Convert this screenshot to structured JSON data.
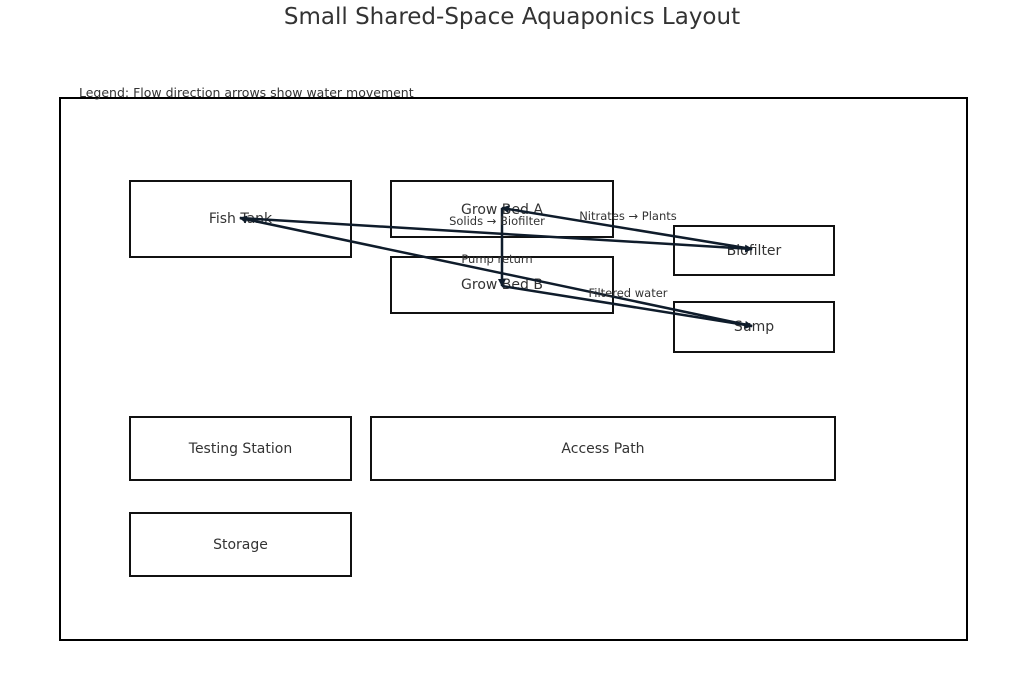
{
  "title": "Small Shared-Space Aquaponics Layout",
  "legend": "Legend: Flow direction arrows show water movement",
  "zones": {
    "fish_tank": "Fish Tank",
    "grow_bed_a": "Grow Bed A",
    "grow_bed_b": "Grow Bed B",
    "biofilter": "Biofilter",
    "sump": "Sump",
    "testing_station": "Testing Station",
    "access_path": "Access Path",
    "storage": "Storage"
  },
  "flows": [
    {
      "from": "Fish Tank",
      "to": "Biofilter",
      "label": "Solids → Biofilter"
    },
    {
      "from": "Biofilter",
      "to": "Grow Bed A",
      "label": "Nitrates → Plants"
    },
    {
      "from": "Grow Bed A",
      "to": "Grow Bed B",
      "label": "Pump return"
    },
    {
      "from": "Grow Bed B",
      "to": "Sump",
      "label": "Filtered water"
    },
    {
      "from": "Sump",
      "to": "Fish Tank",
      "label": ""
    }
  ],
  "colors": {
    "arrow": "#0f1c2b",
    "border": "#111111",
    "text": "#333333"
  }
}
